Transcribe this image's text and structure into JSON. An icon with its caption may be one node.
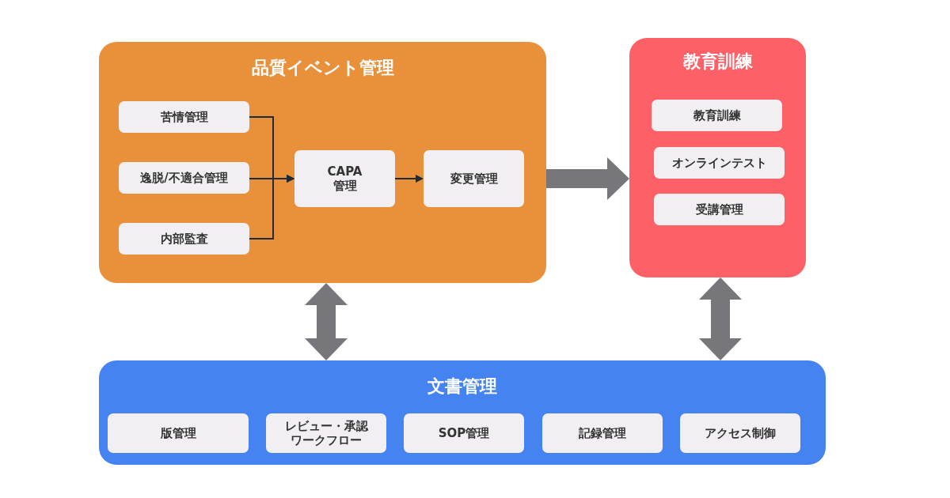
{
  "diagram": {
    "nodes": [
      {
        "text": [
          "品質イベント管理"
        ]
      },
      {
        "text": [
          "苦情管理"
        ],
        "in": 0
      },
      {
        "text": [
          "逸脱/不適合管理"
        ],
        "in": 0
      },
      {
        "text": [
          "内部監査"
        ],
        "in": 0
      },
      {
        "text": [
          "CAPA 管理"
        ],
        "in": 0
      },
      {
        "text": [
          "変更管理"
        ],
        "in": 0
      },
      {
        "text": [
          "教育訓練"
        ]
      },
      {
        "text": [
          "教育訓練"
        ],
        "in": 6
      },
      {
        "text": [
          "オンラインテスト"
        ],
        "in": 6
      },
      {
        "text": [
          "受講管理"
        ],
        "in": 6
      },
      {
        "text": [
          "文書管理"
        ]
      },
      {
        "text": [
          "版管理"
        ],
        "in": 10
      },
      {
        "text": [
          "レビュー・承認ワークフロー"
        ],
        "in": 10
      },
      {
        "text": [
          "SOP管理"
        ],
        "in": 10
      },
      {
        "text": [
          "記録管理"
        ],
        "in": 10
      },
      {
        "text": [
          "アクセス制御"
        ],
        "in": 10
      }
    ],
    "edges": [
      {
        "from": 1,
        "to": 4,
        "arrow": "to"
      },
      {
        "from": 2,
        "to": 4,
        "arrow": "to"
      },
      {
        "from": 3,
        "to": 4,
        "arrow": "to"
      },
      {
        "from": 4,
        "to": 5,
        "arrow": "to"
      },
      {
        "from": 0,
        "to": 6,
        "arrow": "to",
        "style": "thick",
        "color": "#77767a"
      },
      {
        "from": 0,
        "to": 10,
        "arrow": "both",
        "style": "thick",
        "color": "#77767a"
      },
      {
        "from": 6,
        "to": 10,
        "arrow": "both",
        "style": "thick",
        "color": "#77767a"
      }
    ]
  }
}
